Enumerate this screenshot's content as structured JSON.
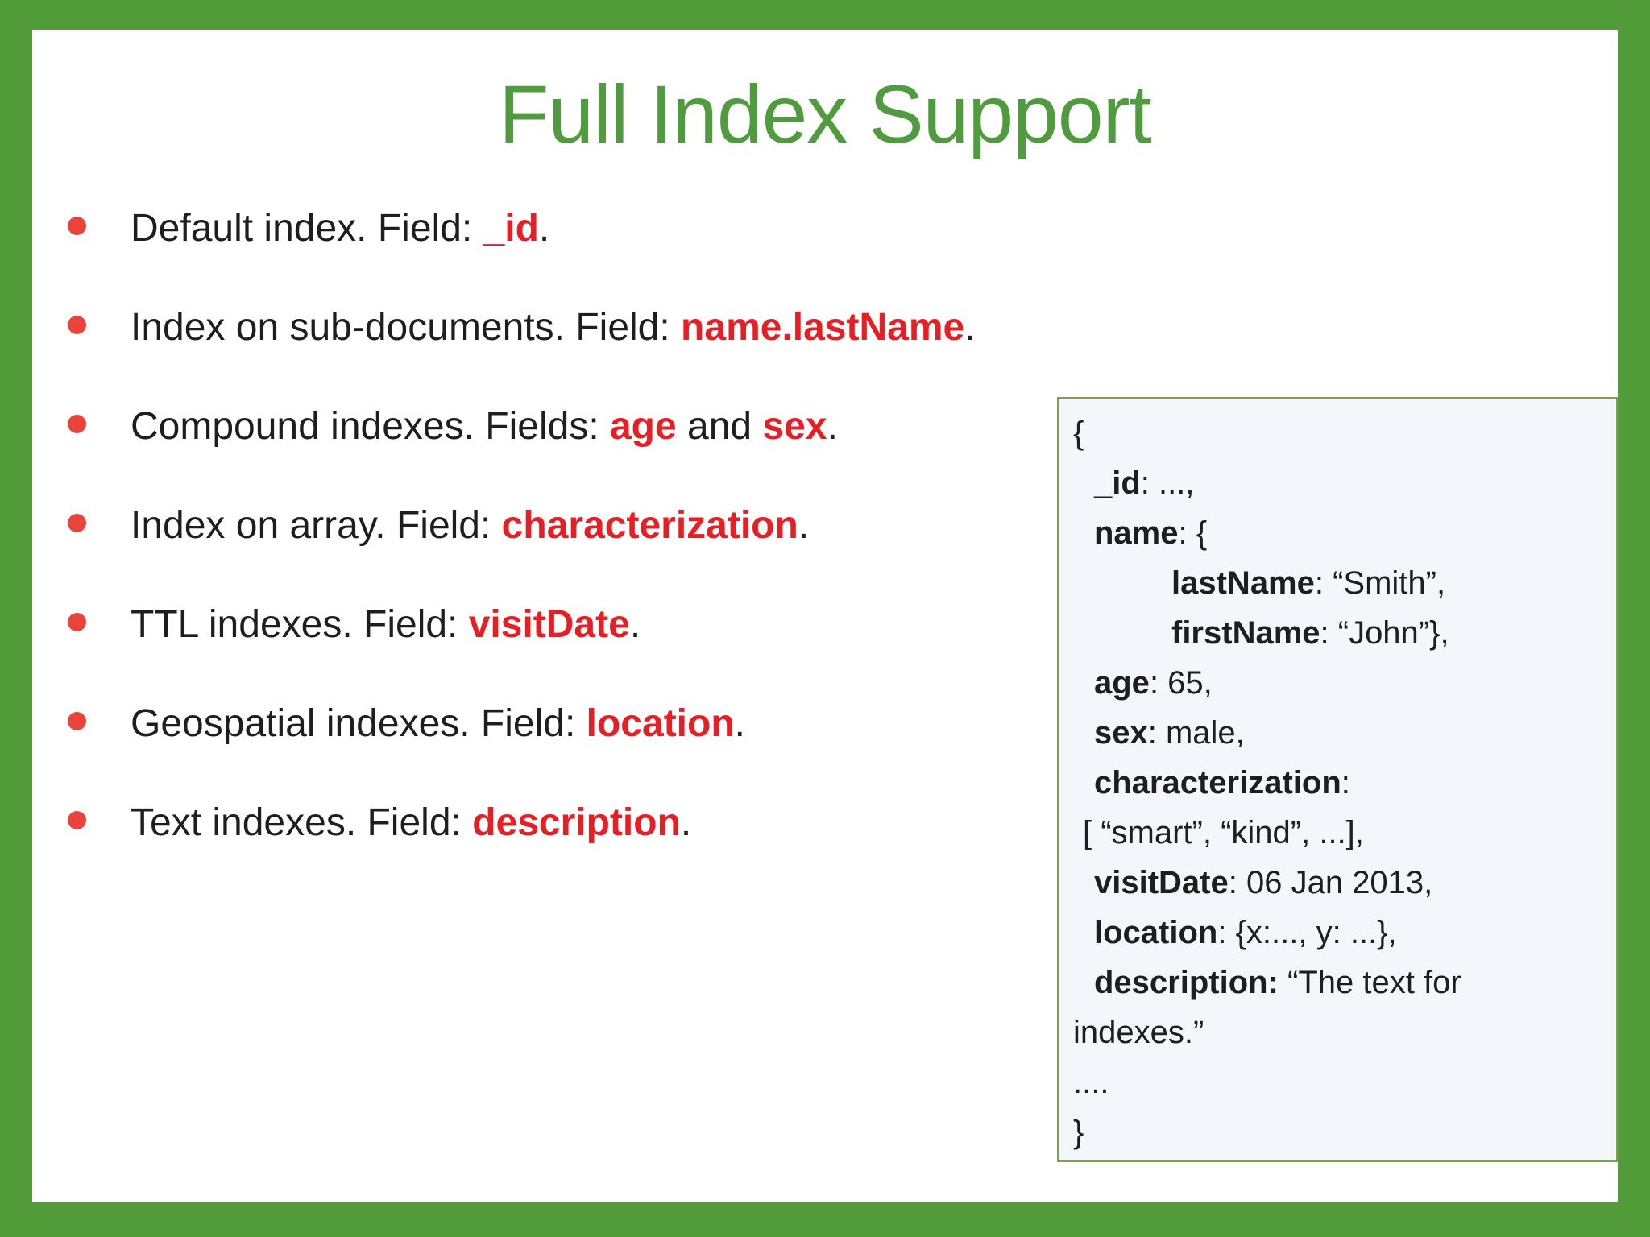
{
  "slide": {
    "title": "Full Index Support",
    "bullets": [
      {
        "segments": [
          {
            "text": "Default index. Field: ",
            "style": "normal"
          },
          {
            "text": "_id",
            "style": "accent"
          },
          {
            "text": ".",
            "style": "normal"
          }
        ]
      },
      {
        "segments": [
          {
            "text": "Index on sub-documents. Field: ",
            "style": "normal"
          },
          {
            "text": "name.lastName",
            "style": "accent"
          },
          {
            "text": ".",
            "style": "normal"
          }
        ]
      },
      {
        "segments": [
          {
            "text": "Compound indexes. Fields: ",
            "style": "normal"
          },
          {
            "text": "age",
            "style": "accent"
          },
          {
            "text": " and ",
            "style": "normal"
          },
          {
            "text": "sex",
            "style": "accent"
          },
          {
            "text": ".",
            "style": "normal"
          }
        ]
      },
      {
        "segments": [
          {
            "text": "Index on array. Field: ",
            "style": "normal"
          },
          {
            "text": "characterization",
            "style": "accent"
          },
          {
            "text": ".",
            "style": "normal"
          }
        ]
      },
      {
        "segments": [
          {
            "text": "TTL indexes. Field: ",
            "style": "normal"
          },
          {
            "text": "visitDate",
            "style": "accent"
          },
          {
            "text": ".",
            "style": "normal"
          }
        ]
      },
      {
        "segments": [
          {
            "text": "Geospatial indexes. Field: ",
            "style": "normal"
          },
          {
            "text": "location",
            "style": "accent"
          },
          {
            "text": ".",
            "style": "normal"
          }
        ]
      },
      {
        "segments": [
          {
            "text": "Text indexes. Field: ",
            "style": "normal"
          },
          {
            "text": "description",
            "style": "accent"
          },
          {
            "text": ".",
            "style": "normal"
          }
        ]
      }
    ],
    "code_box": {
      "lines": [
        {
          "indent": "l0",
          "segments": [
            {
              "text": "{",
              "bold": false
            }
          ]
        },
        {
          "indent": "l1",
          "segments": [
            {
              "text": "_id",
              "bold": true
            },
            {
              "text": ": ...,",
              "bold": false
            }
          ]
        },
        {
          "indent": "l1",
          "segments": [
            {
              "text": "name",
              "bold": true
            },
            {
              "text": ": {",
              "bold": false
            }
          ]
        },
        {
          "indent": "l2",
          "segments": [
            {
              "text": "lastName",
              "bold": true
            },
            {
              "text": ": “Smith”,",
              "bold": false
            }
          ]
        },
        {
          "indent": "l2",
          "segments": [
            {
              "text": "firstName",
              "bold": true
            },
            {
              "text": ": “John”},",
              "bold": false
            }
          ]
        },
        {
          "indent": "l1",
          "segments": [
            {
              "text": "age",
              "bold": true
            },
            {
              "text": ": 65,",
              "bold": false
            }
          ]
        },
        {
          "indent": "l1",
          "segments": [
            {
              "text": "sex",
              "bold": true
            },
            {
              "text": ": male,",
              "bold": false
            }
          ]
        },
        {
          "indent": "l1",
          "segments": [
            {
              "text": "characterization",
              "bold": true
            },
            {
              "text": ":",
              "bold": false
            }
          ]
        },
        {
          "indent": "lb",
          "segments": [
            {
              "text": "[ “smart”, “kind”, ...],",
              "bold": false
            }
          ]
        },
        {
          "indent": "l1",
          "segments": [
            {
              "text": "visitDate",
              "bold": true
            },
            {
              "text": ": 06 Jan 2013,",
              "bold": false
            }
          ]
        },
        {
          "indent": "l1",
          "segments": [
            {
              "text": "location",
              "bold": true
            },
            {
              "text": ": {x:..., y: ...},",
              "bold": false
            }
          ]
        },
        {
          "indent": "l1",
          "segments": [
            {
              "text": "description:",
              "bold": true
            },
            {
              "text": " “The text for",
              "bold": false
            }
          ]
        },
        {
          "indent": "l0",
          "segments": [
            {
              "text": "indexes.”",
              "bold": false
            }
          ]
        },
        {
          "indent": "l0",
          "segments": [
            {
              "text": "....",
              "bold": false
            }
          ]
        },
        {
          "indent": "l0",
          "segments": [
            {
              "text": "}",
              "bold": false
            }
          ]
        }
      ]
    },
    "colors": {
      "frame_green": "#529c3a",
      "title_green": "#4f9b3e",
      "accent_red": "#e81e25",
      "bullet_dot_red": "#e8443c",
      "body_text": "#1e1e1e",
      "code_box_bg": "#f3f7fb",
      "code_box_border": "#7aa545"
    }
  }
}
